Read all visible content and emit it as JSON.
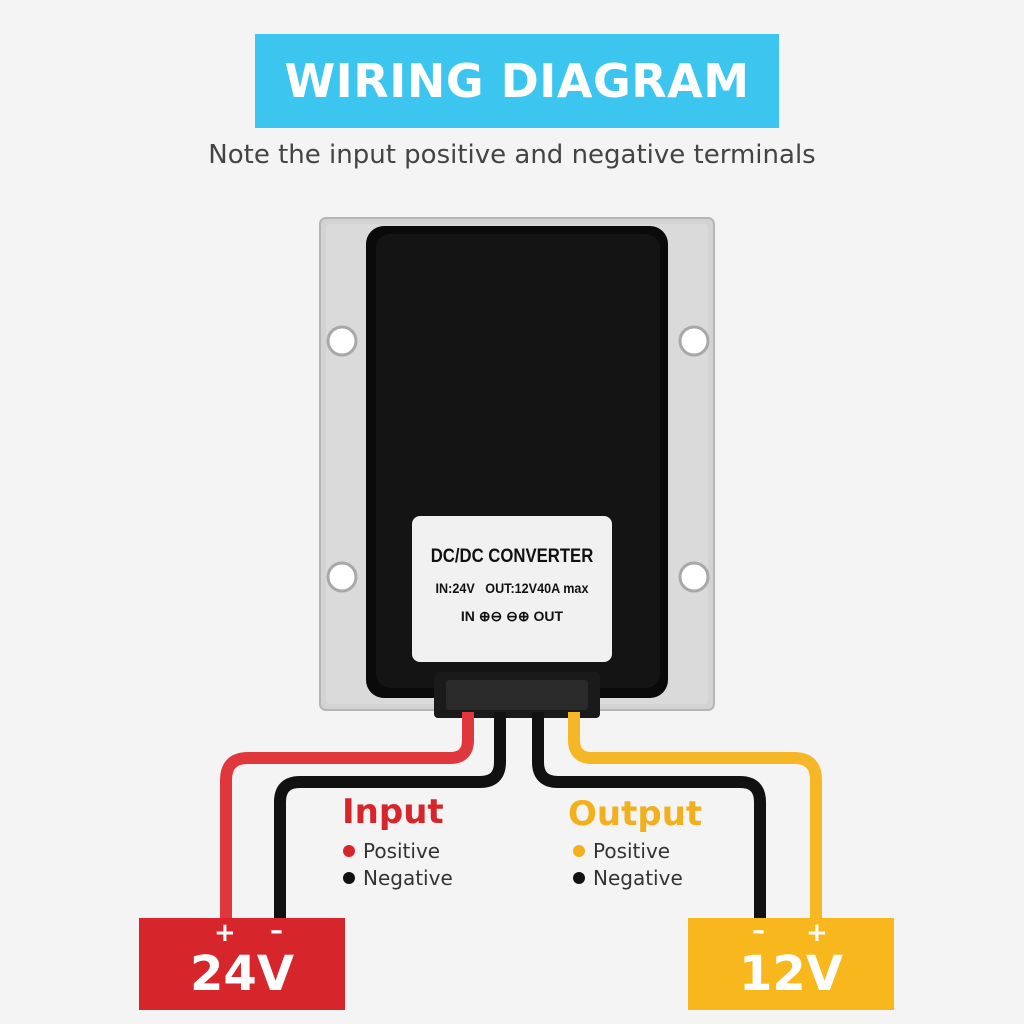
{
  "title": "WIRING DIAGRAM",
  "subtitle": "Note the input positive and negative terminals",
  "device": {
    "label_line1": "DC/DC CONVERTER",
    "label_in": "IN:24V",
    "label_out": "OUT:12V40A max",
    "label_in_word": "IN",
    "label_out_word": "OUT",
    "terminal_symbols": "⊕⊖ ⊖⊕"
  },
  "legend": {
    "input": {
      "title": "Input",
      "positive": "Positive",
      "negative": "Negative",
      "color": "#d7262b"
    },
    "output": {
      "title": "Output",
      "positive": "Positive",
      "negative": "Negative",
      "color": "#f2b01e"
    }
  },
  "batteries": {
    "input": {
      "voltage": "24V",
      "plus": "+",
      "minus": "–",
      "color": "#d7262b"
    },
    "output": {
      "voltage": "12V",
      "plus": "+",
      "minus": "–",
      "color": "#f8b81d"
    }
  },
  "colors": {
    "banner": "#3cc6ef",
    "red_wire": "#e0373c",
    "black_wire": "#111111",
    "yellow_wire": "#f6b726",
    "housing": "#d2d2d2"
  }
}
